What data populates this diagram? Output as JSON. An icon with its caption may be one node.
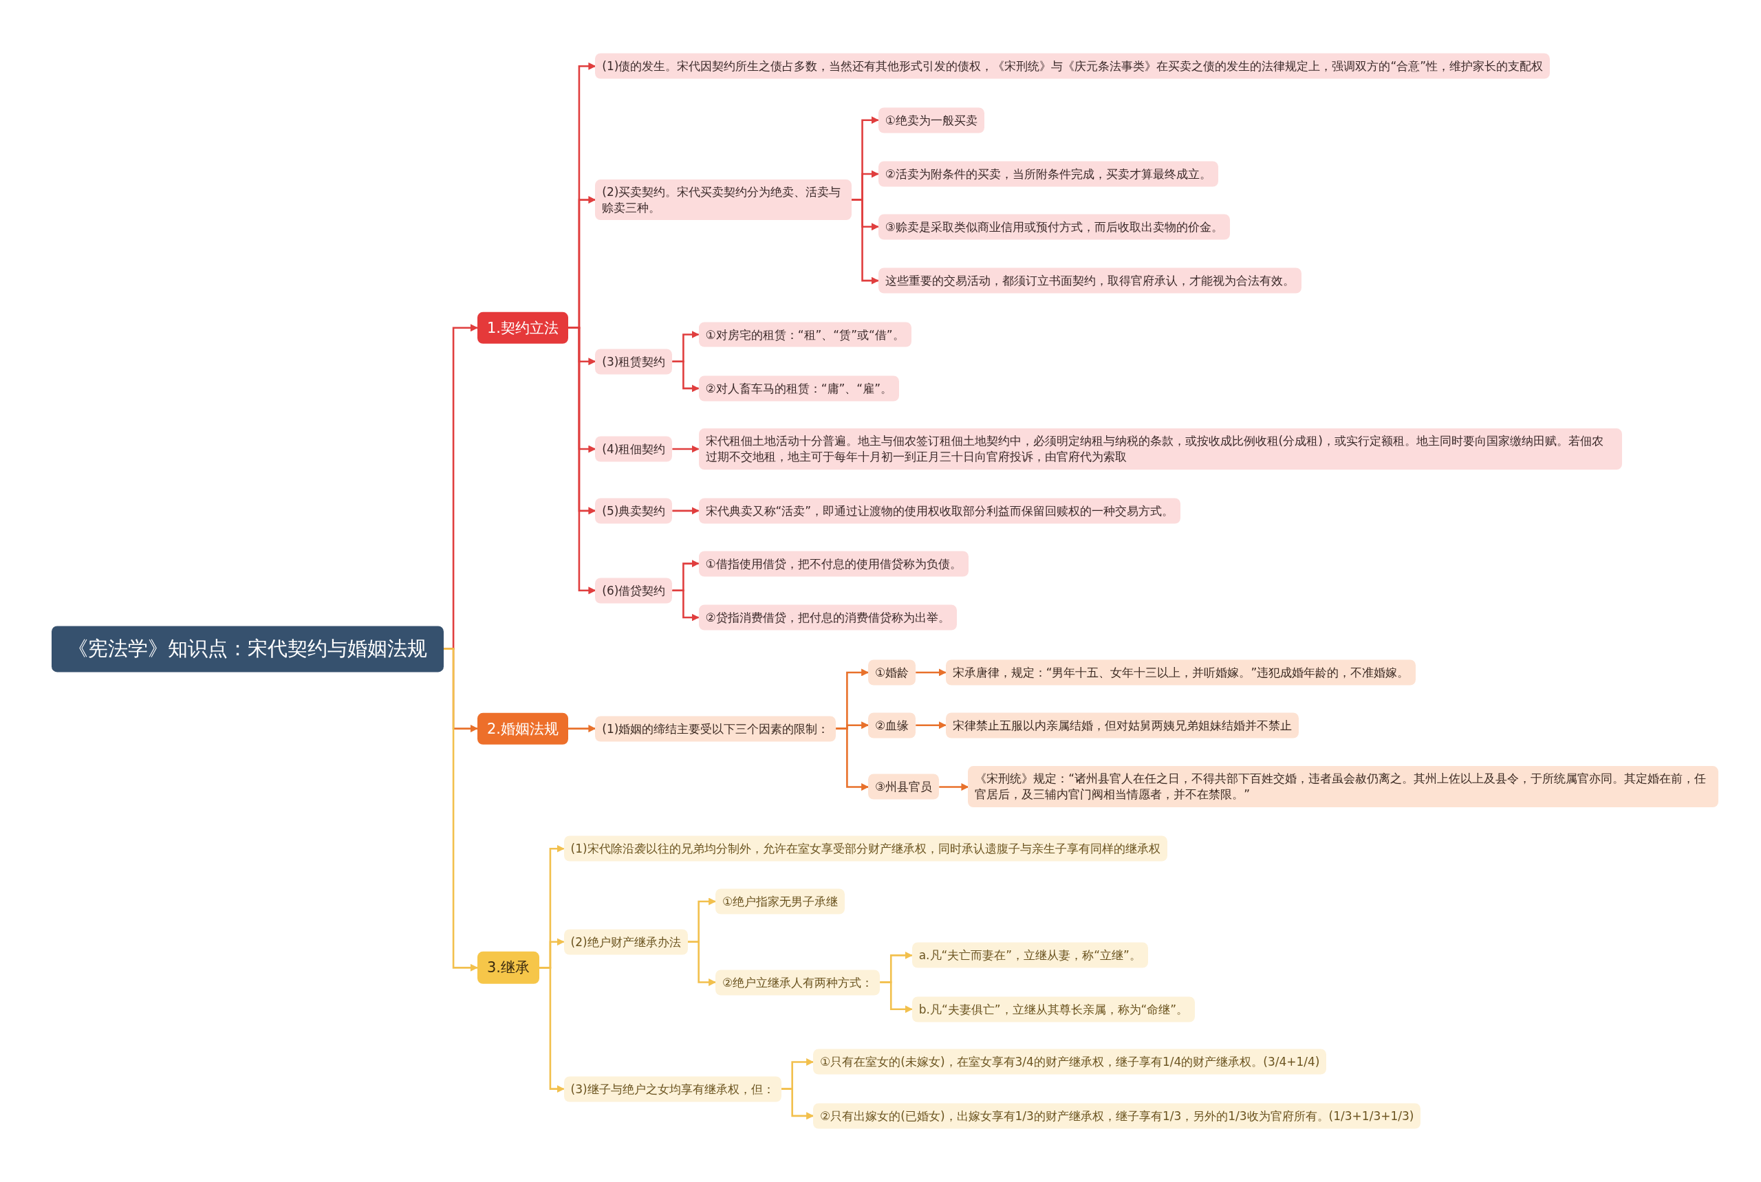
{
  "diagram": {
    "nodes": [
      {
        "text": [
          "《宪法学》知识点：宋代契约与婚姻法规"
        ]
      },
      {
        "text": [
          "1.契约立法"
        ]
      },
      {
        "text": [
          "(1)债的发生。宋代因契约所生之债占多数，当然还有其他形式引发的债权，《宋刑统》与《庆元条法事类》在买卖之债的发生的法律规定上，强调双方的“合意”性，维护家长的支配权"
        ]
      },
      {
        "text": [
          "(2)买卖契约。宋代买卖契约分为绝卖、活卖与赊卖三种。"
        ]
      },
      {
        "text": [
          "①绝卖为一般买卖"
        ]
      },
      {
        "text": [
          "②活卖为附条件的买卖，当所附条件完成，买卖才算最终成立。"
        ]
      },
      {
        "text": [
          "③赊卖是采取类似商业信用或预付方式，而后收取出卖物的价金。"
        ]
      },
      {
        "text": [
          "这些重要的交易活动，都须订立书面契约，取得官府承认，才能视为合法有效。"
        ]
      },
      {
        "text": [
          "(3)租赁契约"
        ]
      },
      {
        "text": [
          "①对房宅的租赁：“租”、“赁”或“借”。"
        ]
      },
      {
        "text": [
          "②对人畜车马的租赁：“庸”、“雇”。"
        ]
      },
      {
        "text": [
          "(4)租佃契约"
        ]
      },
      {
        "text": [
          "宋代租佃土地活动十分普遍。地主与佃农签订租佃土地契约中，必须明定纳租与纳税的条款，或按收成比例收租(分成租)，或实行定额租。地主同时要向国家缴纳田赋。若佃农过期不交地租，地主可于每年十月初一到正月三十日向官府投诉，由官府代为索取"
        ]
      },
      {
        "text": [
          "(5)典卖契约"
        ]
      },
      {
        "text": [
          "宋代典卖又称“活卖”，即通过让渡物的使用权收取部分利益而保留回赎权的一种交易方式。"
        ]
      },
      {
        "text": [
          "(6)借贷契约"
        ]
      },
      {
        "text": [
          "①借指使用借贷，把不付息的使用借贷称为负债。"
        ]
      },
      {
        "text": [
          "②贷指消费借贷，把付息的消费借贷称为出举。"
        ]
      },
      {
        "text": [
          "2.婚姻法规"
        ]
      },
      {
        "text": [
          "(1)婚姻的缔结主要受以下三个因素的限制："
        ]
      },
      {
        "text": [
          "①婚龄"
        ]
      },
      {
        "text": [
          "宋承唐律，规定：“男年十五、女年十三以上，并听婚嫁。”违犯成婚年龄的，不准婚嫁。"
        ]
      },
      {
        "text": [
          "②血缘"
        ]
      },
      {
        "text": [
          "宋律禁止五服以内亲属结婚，但对姑舅两姨兄弟姐妹结婚并不禁止"
        ]
      },
      {
        "text": [
          "③州县官员"
        ]
      },
      {
        "text": [
          "《宋刑统》规定：“诸州县官人在任之日，不得共部下百姓交婚，违者虽会赦仍离之。其州上佐以上及县令，于所统属官亦同。其定婚在前，任官居后，及三辅内官门阀相当情愿者，并不在禁限。”"
        ]
      },
      {
        "text": [
          "3.继承"
        ]
      },
      {
        "text": [
          "(1)宋代除沿袭以往的兄弟均分制外，允许在室女享受部分财产继承权，同时承认遗腹子与亲生子享有同样的继承权"
        ]
      },
      {
        "text": [
          "(2)绝户财产继承办法"
        ]
      },
      {
        "text": [
          "①绝户指家无男子承继"
        ]
      },
      {
        "text": [
          "②绝户立继承人有两种方式："
        ]
      },
      {
        "text": [
          "a.凡“夫亡而妻在”，立继从妻，称“立继”。"
        ]
      },
      {
        "text": [
          "b.凡“夫妻俱亡”，立继从其尊长亲属，称为“命继”。"
        ]
      },
      {
        "text": [
          "(3)继子与绝户之女均享有继承权，但："
        ]
      },
      {
        "text": [
          "①只有在室女的(未嫁女)，在室女享有3/4的财产继承权，继子享有1/4的财产继承权。(3/4+1/4)"
        ]
      },
      {
        "text": [
          "②只有出嫁女的(已婚女)，出嫁女享有1/3的财产继承权，继子享有1/3，另外的1/3收为官府所有。(1/3+1/3+1/3)"
        ]
      }
    ],
    "edges": [
      {
        "from": 0,
        "to": 1,
        "arrow": "to"
      },
      {
        "from": 0,
        "to": 18,
        "arrow": "to",
        "color": "#e8712b"
      },
      {
        "from": 0,
        "to": 26,
        "arrow": "to",
        "color": "#f2c04d"
      },
      {
        "from": 1,
        "to": 2,
        "arrow": "to"
      },
      {
        "from": 1,
        "to": 3,
        "arrow": "to"
      },
      {
        "from": 1,
        "to": 8,
        "arrow": "to"
      },
      {
        "from": 1,
        "to": 11,
        "arrow": "to"
      },
      {
        "from": 1,
        "to": 13,
        "arrow": "to"
      },
      {
        "from": 1,
        "to": 15,
        "arrow": "to"
      },
      {
        "from": 3,
        "to": 4,
        "arrow": "to"
      },
      {
        "from": 3,
        "to": 5,
        "arrow": "to"
      },
      {
        "from": 3,
        "to": 6,
        "arrow": "to"
      },
      {
        "from": 3,
        "to": 7,
        "arrow": "to"
      },
      {
        "from": 8,
        "to": 9,
        "arrow": "to"
      },
      {
        "from": 8,
        "to": 10,
        "arrow": "to"
      },
      {
        "from": 11,
        "to": 12,
        "arrow": "to"
      },
      {
        "from": 13,
        "to": 14,
        "arrow": "to"
      },
      {
        "from": 15,
        "to": 16,
        "arrow": "to"
      },
      {
        "from": 15,
        "to": 17,
        "arrow": "to"
      },
      {
        "from": 18,
        "to": 19,
        "arrow": "to",
        "color": "#e8712b"
      },
      {
        "from": 19,
        "to": 20,
        "arrow": "to",
        "color": "#e8712b"
      },
      {
        "from": 19,
        "to": 22,
        "arrow": "to",
        "color": "#e8712b"
      },
      {
        "from": 19,
        "to": 24,
        "arrow": "to",
        "color": "#e8712b"
      },
      {
        "from": 20,
        "to": 21,
        "arrow": "to",
        "color": "#e8712b"
      },
      {
        "from": 22,
        "to": 23,
        "arrow": "to",
        "color": "#e8712b"
      },
      {
        "from": 24,
        "to": 25,
        "arrow": "to",
        "color": "#e8712b"
      },
      {
        "from": 26,
        "to": 27,
        "arrow": "to",
        "color": "#f2c04d"
      },
      {
        "from": 26,
        "to": 28,
        "arrow": "to",
        "color": "#f2c04d"
      },
      {
        "from": 26,
        "to": 33,
        "arrow": "to",
        "color": "#f2c04d"
      },
      {
        "from": 28,
        "to": 29,
        "arrow": "to",
        "color": "#f2c04d"
      },
      {
        "from": 28,
        "to": 30,
        "arrow": "to",
        "color": "#f2c04d"
      },
      {
        "from": 30,
        "to": 31,
        "arrow": "to",
        "color": "#f2c04d"
      },
      {
        "from": 30,
        "to": 32,
        "arrow": "to",
        "color": "#f2c04d"
      },
      {
        "from": 33,
        "to": 34,
        "arrow": "to",
        "color": "#f2c04d"
      },
      {
        "from": 33,
        "to": 35,
        "arrow": "to",
        "color": "#f2c04d"
      }
    ]
  }
}
